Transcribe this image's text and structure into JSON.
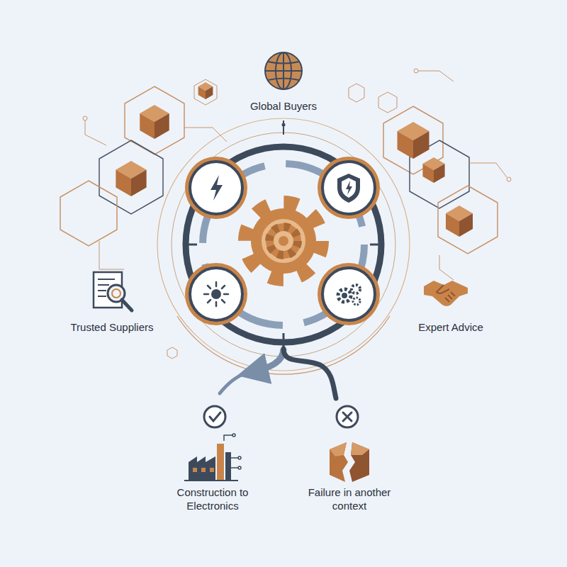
{
  "diagram": {
    "labels": [
      "Global Buyers",
      "Trusted Suppliers",
      "Expert Advice",
      "Construction to Electronics",
      "Failure in another context"
    ]
  }
}
